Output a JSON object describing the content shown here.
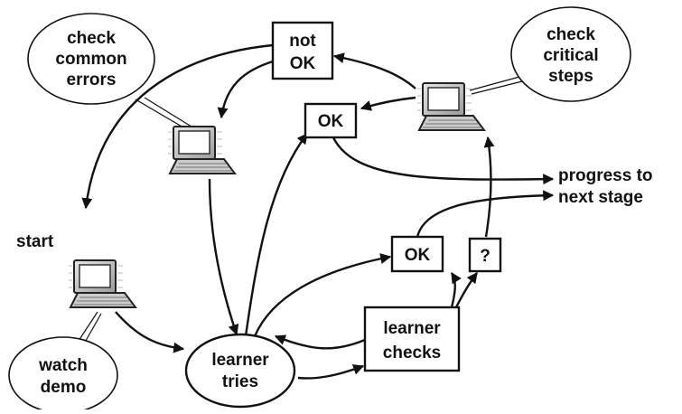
{
  "nodes": {
    "check_common_errors": {
      "lines": [
        "check",
        "common",
        "errors"
      ]
    },
    "check_critical_steps": {
      "lines": [
        "check",
        "critical",
        "steps"
      ]
    },
    "watch_demo": {
      "lines": [
        "watch",
        "demo"
      ]
    },
    "not_ok": {
      "lines": [
        "not",
        "OK"
      ]
    },
    "ok_top": {
      "lines": [
        "OK"
      ]
    },
    "ok_right": {
      "lines": [
        "OK"
      ]
    },
    "question": {
      "lines": [
        "?"
      ]
    },
    "learner_checks": {
      "lines": [
        "learner",
        "checks"
      ]
    },
    "learner_tries": {
      "lines": [
        "learner",
        "tries"
      ]
    }
  },
  "labels": {
    "start": "start",
    "progress": [
      "progress to",
      "next stage"
    ]
  },
  "icons": [
    "laptop-icon",
    "laptop-icon",
    "laptop-icon"
  ]
}
